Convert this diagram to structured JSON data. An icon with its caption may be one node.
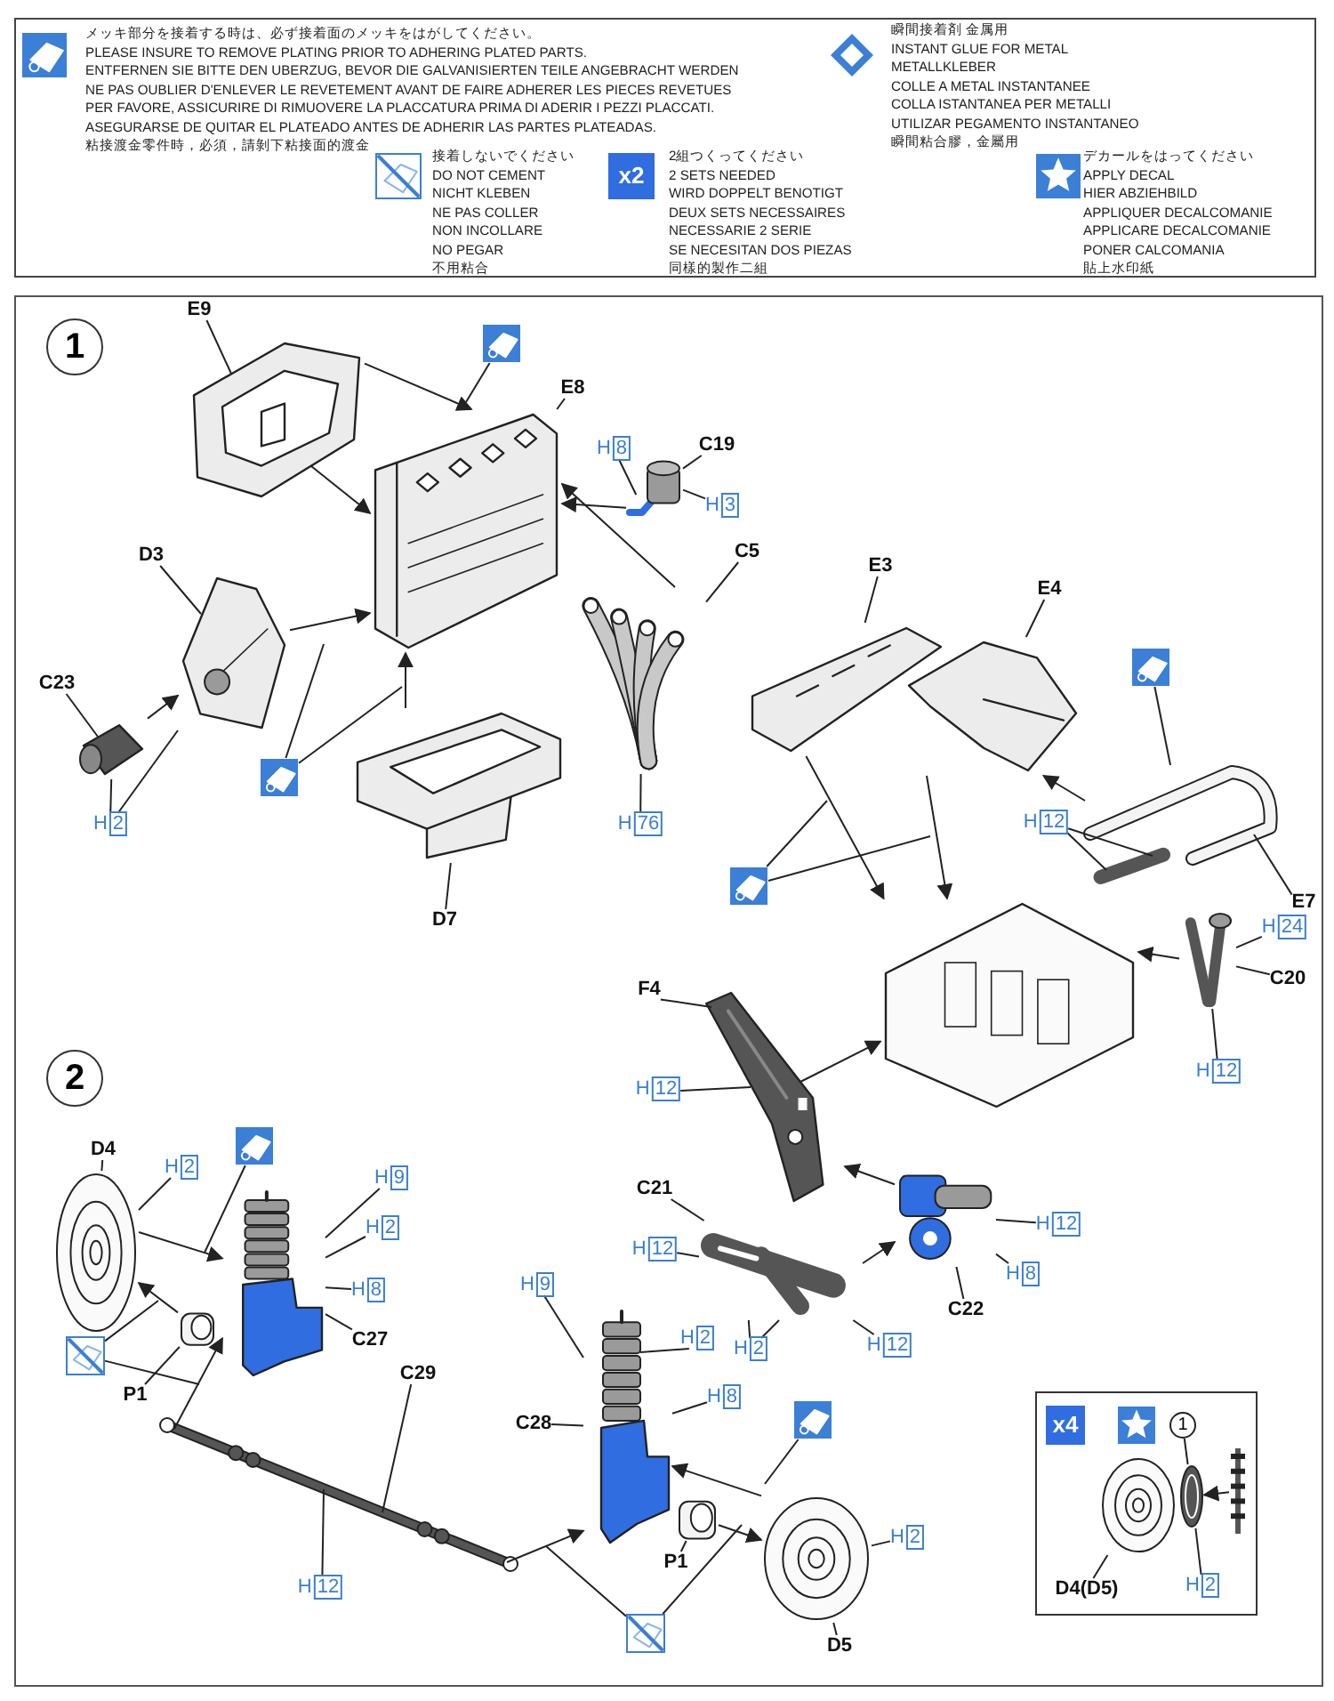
{
  "diagram": {
    "nodes": [
      {
        "text": [
          "E9"
        ]
      },
      {
        "text": [],
        "shape": "picture"
      },
      {
        "text": [],
        "shape": "picture"
      },
      {
        "text": [
          "E8"
        ]
      },
      {
        "text": [],
        "shape": "picture"
      },
      {
        "text": [
          "H8"
        ]
      },
      {
        "text": [],
        "shape": "picture"
      },
      {
        "text": [
          "C19"
        ]
      },
      {
        "text": [],
        "shape": "cylinder"
      },
      {
        "text": [
          "H3"
        ]
      },
      {
        "text": [
          "C5"
        ]
      },
      {
        "text": [],
        "shape": "picture"
      },
      {
        "text": [
          "D3"
        ]
      },
      {
        "text": [],
        "shape": "picture"
      },
      {
        "text": [
          "C23"
        ]
      },
      {
        "text": [],
        "shape": "cylinder"
      },
      {
        "text": [
          "H2"
        ]
      },
      {
        "text": [],
        "shape": "picture"
      },
      {
        "text": [
          "H76"
        ]
      },
      {
        "text": [
          "D7"
        ]
      },
      {
        "text": [],
        "shape": "picture"
      },
      {
        "text": [
          "E3"
        ]
      },
      {
        "text": [],
        "shape": "picture"
      },
      {
        "text": [
          "E4"
        ]
      },
      {
        "text": [],
        "shape": "picture"
      },
      {
        "text": [],
        "shape": "picture"
      },
      {
        "text": [
          "H12"
        ]
      },
      {
        "text": [],
        "shape": "picture"
      },
      {
        "text": [
          "E7"
        ]
      },
      {
        "text": [
          "H24"
        ]
      },
      {
        "text": [],
        "shape": "picture"
      },
      {
        "text": [
          "C20"
        ]
      },
      {
        "text": [
          "H12"
        ]
      },
      {
        "text": [],
        "shape": "picture"
      },
      {
        "text": [],
        "shape": "picture"
      },
      {
        "text": [
          "F4"
        ]
      },
      {
        "text": [],
        "shape": "picture"
      },
      {
        "text": [
          "H12"
        ]
      },
      {
        "text": [
          "D4"
        ]
      },
      {
        "text": [],
        "shape": "picture"
      },
      {
        "text": [
          "H2"
        ]
      },
      {
        "text": [],
        "shape": "picture"
      },
      {
        "text": [
          "H9"
        ]
      },
      {
        "text": [
          "H2"
        ]
      },
      {
        "text": [
          "H8"
        ]
      },
      {
        "text": [],
        "shape": "picture"
      },
      {
        "text": [
          "C27"
        ]
      },
      {
        "text": [],
        "shape": "picture"
      },
      {
        "text": [
          "P1"
        ]
      },
      {
        "text": [],
        "shape": "picture"
      },
      {
        "text": [
          "C21"
        ]
      },
      {
        "text": [],
        "shape": "picture"
      },
      {
        "text": [
          "H12"
        ]
      },
      {
        "text": [
          "H2"
        ]
      },
      {
        "text": [
          "H12"
        ]
      },
      {
        "text": [],
        "shape": "picture"
      },
      {
        "text": [
          "H12"
        ]
      },
      {
        "text": [
          "H8"
        ]
      },
      {
        "text": [
          "C22"
        ]
      },
      {
        "text": [
          "C29"
        ]
      },
      {
        "text": [],
        "shape": "picture"
      },
      {
        "text": [
          "H12"
        ]
      },
      {
        "text": [
          "H9"
        ]
      },
      {
        "text": [
          "H2"
        ]
      },
      {
        "text": [
          "H8"
        ]
      },
      {
        "text": [
          "C28"
        ]
      },
      {
        "text": [],
        "shape": "picture"
      },
      {
        "text": [],
        "shape": "picture"
      },
      {
        "text": [],
        "shape": "picture"
      },
      {
        "text": [
          "P1"
        ]
      },
      {
        "text": [],
        "shape": "picture"
      },
      {
        "text": [
          "H2"
        ]
      },
      {
        "text": [],
        "shape": "picture"
      },
      {
        "text": [
          "D5"
        ]
      },
      {
        "text": [],
        "shape": "box"
      },
      {
        "text": [
          "x4"
        ],
        "in": 74
      },
      {
        "text": [
          "1"
        ],
        "in": 74
      },
      {
        "text": [],
        "shape": "picture",
        "in": 74
      },
      {
        "text": [],
        "shape": "picture",
        "in": 74
      },
      {
        "text": [
          "D4(D5)"
        ],
        "in": 74
      },
      {
        "text": [
          "H2"
        ],
        "in": 74
      },
      {
        "text": [],
        "shape": "picture",
        "in": 74
      }
    ],
    "edges": [
      {
        "from": 0,
        "to": 1,
        "arrow": "none"
      },
      {
        "from": 2,
        "to": null,
        "arrow": "none"
      },
      {
        "from": 3,
        "to": 4,
        "arrow": "none"
      },
      {
        "from": 5,
        "to": 6,
        "arrow": "none"
      },
      {
        "from": 7,
        "to": 8,
        "arrow": "none"
      },
      {
        "from": 9,
        "to": 8,
        "arrow": "none"
      },
      {
        "from": 10,
        "to": 11,
        "arrow": "none"
      },
      {
        "from": 12,
        "to": 13,
        "arrow": "none"
      },
      {
        "from": 14,
        "to": 15,
        "arrow": "none"
      },
      {
        "from": 16,
        "to": 15,
        "arrow": "none"
      },
      {
        "from": 16,
        "to": 13,
        "arrow": "none"
      },
      {
        "from": 17,
        "to": null,
        "arrow": "none"
      },
      {
        "from": 17,
        "to": null,
        "arrow": "none"
      },
      {
        "from": 18,
        "to": 11,
        "arrow": "none"
      },
      {
        "from": 19,
        "to": 20,
        "arrow": "none"
      },
      {
        "from": 1,
        "to": 4,
        "arrow": "to"
      },
      {
        "from": 1,
        "to": 4,
        "arrow": "to"
      },
      {
        "from": 13,
        "to": 4,
        "arrow": "to"
      },
      {
        "from": 15,
        "to": 13,
        "arrow": "to"
      },
      {
        "from": 20,
        "to": 4,
        "arrow": "to"
      },
      {
        "from": 6,
        "to": 4,
        "arrow": "to"
      },
      {
        "from": 11,
        "to": 4,
        "arrow": "to"
      },
      {
        "from": 21,
        "to": 22,
        "arrow": "none"
      },
      {
        "from": 23,
        "to": 24,
        "arrow": "none"
      },
      {
        "from": 25,
        "to": 27,
        "arrow": "none"
      },
      {
        "from": 26,
        "to": 27,
        "arrow": "none"
      },
      {
        "from": 26,
        "to": 27,
        "arrow": "none"
      },
      {
        "from": 28,
        "to": 27,
        "arrow": "none"
      },
      {
        "from": 29,
        "to": 30,
        "arrow": "none"
      },
      {
        "from": 31,
        "to": 30,
        "arrow": "none"
      },
      {
        "from": 32,
        "to": 30,
        "arrow": "none"
      },
      {
        "from": 33,
        "to": null,
        "arrow": "none"
      },
      {
        "from": 33,
        "to": null,
        "arrow": "none"
      },
      {
        "from": 35,
        "to": 36,
        "arrow": "none"
      },
      {
        "from": 37,
        "to": 36,
        "arrow": "none"
      },
      {
        "from": 22,
        "to": 34,
        "arrow": "to"
      },
      {
        "from": 24,
        "to": 34,
        "arrow": "to"
      },
      {
        "from": 27,
        "to": 24,
        "arrow": "to"
      },
      {
        "from": 30,
        "to": 34,
        "arrow": "to"
      },
      {
        "from": 36,
        "to": 34,
        "arrow": "to"
      },
      {
        "from": 38,
        "to": 39,
        "arrow": "none"
      },
      {
        "from": 40,
        "to": 39,
        "arrow": "none"
      },
      {
        "from": 41,
        "to": null,
        "arrow": "none"
      },
      {
        "from": 42,
        "to": 45,
        "arrow": "none"
      },
      {
        "from": 43,
        "to": 45,
        "arrow": "none"
      },
      {
        "from": 44,
        "to": 45,
        "arrow": "none"
      },
      {
        "from": 46,
        "to": 45,
        "arrow": "none"
      },
      {
        "from": 48,
        "to": 47,
        "arrow": "none"
      },
      {
        "from": 49,
        "to": null,
        "arrow": "none"
      },
      {
        "from": 49,
        "to": null,
        "arrow": "none"
      },
      {
        "from": 50,
        "to": 51,
        "arrow": "none"
      },
      {
        "from": 52,
        "to": 51,
        "arrow": "none"
      },
      {
        "from": 53,
        "to": 51,
        "arrow": "none"
      },
      {
        "from": 53,
        "to": 51,
        "arrow": "none"
      },
      {
        "from": 54,
        "to": 51,
        "arrow": "none"
      },
      {
        "from": 56,
        "to": 55,
        "arrow": "none"
      },
      {
        "from": 57,
        "to": 55,
        "arrow": "none"
      },
      {
        "from": 58,
        "to": 55,
        "arrow": "none"
      },
      {
        "from": 59,
        "to": 60,
        "arrow": "none"
      },
      {
        "from": 61,
        "to": 60,
        "arrow": "none"
      },
      {
        "from": 62,
        "to": 66,
        "arrow": "none"
      },
      {
        "from": 63,
        "to": 66,
        "arrow": "none"
      },
      {
        "from": 64,
        "to": 66,
        "arrow": "none"
      },
      {
        "from": 65,
        "to": 66,
        "arrow": "none"
      },
      {
        "from": 67,
        "to": null,
        "arrow": "none"
      },
      {
        "from": 69,
        "to": 68,
        "arrow": "none"
      },
      {
        "from": 71,
        "to": 70,
        "arrow": "none"
      },
      {
        "from": 72,
        "to": null,
        "arrow": "none"
      },
      {
        "from": 72,
        "to": null,
        "arrow": "none"
      },
      {
        "from": 73,
        "to": 70,
        "arrow": "none"
      },
      {
        "from": 39,
        "to": 45,
        "arrow": "to"
      },
      {
        "from": 47,
        "to": 39,
        "arrow": "to"
      },
      {
        "from": 60,
        "to": 45,
        "arrow": "to"
      },
      {
        "from": 51,
        "to": 55,
        "arrow": "to"
      },
      {
        "from": 55,
        "to": 36,
        "arrow": "to"
      },
      {
        "from": 70,
        "to": 66,
        "arrow": "to"
      },
      {
        "from": 68,
        "to": 70,
        "arrow": "to"
      },
      {
        "from": 60,
        "to": 66,
        "arrow": "to"
      },
      {
        "from": 76,
        "to": 78,
        "arrow": "none"
      },
      {
        "from": 79,
        "to": 77,
        "arrow": "none"
      },
      {
        "from": 80,
        "to": 78,
        "arrow": "none"
      },
      {
        "from": 81,
        "to": 78,
        "arrow": "to"
      }
    ],
    "labels": [
      "1",
      "2",
      "x2"
    ],
    "legend": [
      {
        "text": "メッキ部分を接着する時は、必ず接着面のメッキをはがしてください。"
      },
      {
        "text": "PLEASE INSURE TO REMOVE PLATING PRIOR TO ADHERING PLATED PARTS."
      },
      {
        "text": "ENTFERNEN SIE BITTE DEN UBERZUG, BEVOR DIE GALVANISIERTEN TEILE ANGEBRACHT WERDEN"
      },
      {
        "text": "NE PAS OUBLIER D'ENLEVER LE REVETEMENT AVANT DE FAIRE ADHERER LES PIECES REVETUES"
      },
      {
        "text": "PER FAVORE, ASSICURIRE DI RIMUOVERE LA PLACCATURA PRIMA DI ADERIR I PEZZI PLACCATI."
      },
      {
        "text": "ASEGURARSE DE QUITAR EL PLATEADO ANTES DE ADHERIR LAS PARTES PLATEADAS."
      },
      {
        "text": "粘接渡金零件時，必須，請剝下粘接面的渡金"
      },
      {
        "text": "接着しないでください"
      },
      {
        "text": "DO NOT CEMENT"
      },
      {
        "text": "NICHT KLEBEN"
      },
      {
        "text": "NE PAS COLLER"
      },
      {
        "text": "NON INCOLLARE"
      },
      {
        "text": "NO PEGAR"
      },
      {
        "text": "不用粘合"
      },
      {
        "text": "2組つくってください"
      },
      {
        "text": "2 SETS NEEDED"
      },
      {
        "text": "WIRD DOPPELT BENOTIGT"
      },
      {
        "text": "DEUX SETS NECESSAIRES"
      },
      {
        "text": "NECESSARIE 2 SERIE"
      },
      {
        "text": "SE NECESITAN DOS PIEZAS"
      },
      {
        "text": "同樣的製作二組"
      },
      {
        "text": "瞬間接着剤 金属用"
      },
      {
        "text": "INSTANT GLUE FOR METAL"
      },
      {
        "text": "METALLKLEBER"
      },
      {
        "text": "COLLE A METAL INSTANTANEE"
      },
      {
        "text": "COLLA ISTANTANEA PER METALLI"
      },
      {
        "text": "UTILIZAR PEGAMENTO INSTANTANEO"
      },
      {
        "text": "瞬間粘合膠，金屬用"
      },
      {
        "text": "デカールをはってください"
      },
      {
        "text": "APPLY DECAL"
      },
      {
        "text": "HIER ABZIEHBILD"
      },
      {
        "text": "APPLIQUER DECALCOMANIE"
      },
      {
        "text": "APPLICARE DECALCOMANIE"
      },
      {
        "text": "PONER CALCOMANIA"
      },
      {
        "text": "貼上水印紙"
      }
    ]
  }
}
